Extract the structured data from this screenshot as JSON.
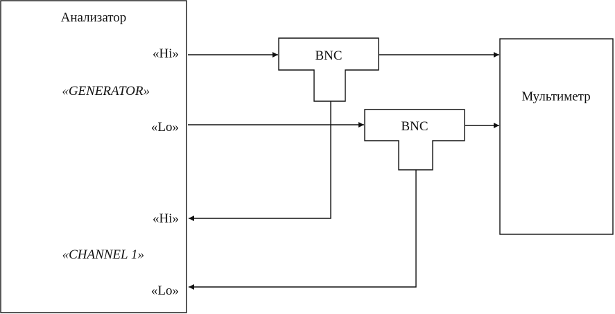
{
  "analyzer": {
    "title": "Анализатор",
    "generator_label": "«GENERATOR»",
    "generator_hi": "«Hi»",
    "generator_lo": "«Lo»",
    "channel_label": "«CHANNEL 1»",
    "channel_hi": "«Hi»",
    "channel_lo": "«Lo»"
  },
  "connectors": [
    {
      "label": "BNC"
    },
    {
      "label": "BNC"
    }
  ],
  "multimeter": {
    "label": "Мультиметр"
  },
  "colors": {
    "line": "#111111",
    "background": "#ffffff"
  }
}
